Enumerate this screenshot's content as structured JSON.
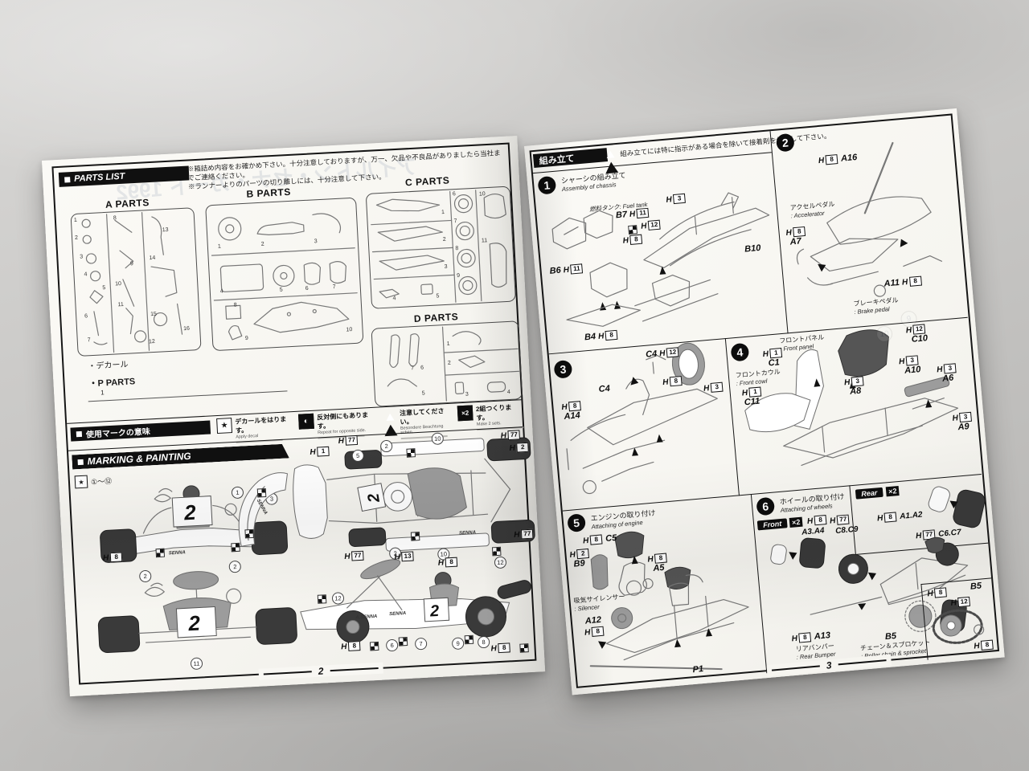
{
  "h": "H",
  "left": {
    "page_number": "2",
    "parts_list": {
      "header": "PARTS LIST",
      "notice1": "※箱詰め内容をお確かめ下さい。十分注意しておりますが、万一、欠品や不良品がありましたら当社までご連絡ください。",
      "notice2": "※ランナーよりのパーツの切り離しには、十分注意して下さい。",
      "group_a": "A PARTS",
      "group_b": "B PARTS",
      "group_c": "C PARTS",
      "group_d": "D PARTS",
      "decal": "・デカール",
      "p_parts": "・P PARTS",
      "p_qty": "1",
      "a": [
        "1",
        "2",
        "3",
        "4",
        "5",
        "6",
        "7",
        "8",
        "9",
        "10",
        "11",
        "12",
        "13",
        "14",
        "15",
        "16"
      ],
      "b": [
        "1",
        "2",
        "3",
        "4",
        "5",
        "6",
        "7",
        "8",
        "9",
        "10"
      ],
      "c": [
        "1",
        "2",
        "3",
        "4",
        "5",
        "6",
        "7",
        "8",
        "9",
        "10",
        "11"
      ],
      "d": [
        "1",
        "2",
        "3",
        "4",
        "5",
        "6",
        "7"
      ]
    },
    "legend": {
      "title": "使用マークの意味",
      "items": [
        {
          "jp": "デカールをはります。",
          "en": "Apply decal"
        },
        {
          "jp": "反対側にもあります。",
          "en": "Repeat for opposite side."
        },
        {
          "jp": "注意してください。",
          "en": "Besondere Beachtung schen."
        },
        {
          "jp": "2組つくります。",
          "en": "Make 2 sets."
        }
      ]
    },
    "marking": {
      "title": "MARKING & PAINTING",
      "range": "①～⑫",
      "kart_number": "2",
      "brand": "SENNA",
      "brand2": "A.SENNA"
    },
    "callouts": {
      "h1": "1",
      "h2": "2",
      "h8": "8",
      "h13": "13",
      "h77": "77",
      "c1": "1",
      "c2": "2",
      "c3": "3",
      "c4": "4",
      "c5": "5",
      "c6": "6",
      "c7": "7",
      "c8": "8",
      "c9": "9",
      "c10": "10",
      "c11": "11",
      "c12": "12"
    },
    "mirror": "アイルトン・セナ・カート 1992"
  },
  "right": {
    "page_number": "3",
    "header": {
      "title": "組み立て",
      "warning": "組み立てには特に指示がある場合を除いて接着剤を使用して下さい。"
    },
    "steps": {
      "s1": {
        "num": "1",
        "jp": "シャーシの組み立て",
        "en": "Assembly of chassis",
        "fuel": "燃料タンク: Fuel tank",
        "b7": "B7",
        "b6": "B6",
        "b10": "B10",
        "b4": "B4",
        "h11": "11",
        "h8": "8",
        "h12": "12",
        "h3": "3"
      },
      "s2": {
        "num": "2",
        "a16": "A16",
        "acc_jp": "アクセルペダル",
        "acc_en": ": Accelerator",
        "a7": "A7",
        "a11": "A11",
        "brk_jp": "ブレーキペダル",
        "brk_en": ": Brake pedal",
        "h8": "8"
      },
      "s3": {
        "num": "3",
        "c4": "C4",
        "a14": "A14",
        "h12": "12",
        "h8": "8",
        "h3": "3"
      },
      "s4": {
        "num": "4",
        "pnl_jp": "フロントパネル",
        "pnl_en": ": Front panel",
        "c1": "C1",
        "c10": "C10",
        "cwl_jp": "フロントカウル",
        "cwl_en": ": Front cowl",
        "c11": "C11",
        "a8": "A8",
        "a10": "A10",
        "a6": "A6",
        "a9": "A9",
        "h1": "1",
        "h3": "3",
        "h12": "12"
      },
      "s5": {
        "num": "5",
        "jp": "エンジンの取り付け",
        "en": "Attaching of engine",
        "c5": "C5",
        "b9": "B9",
        "a5": "A5",
        "sil_jp": "吸気サイレンサー",
        "sil_en": ": Silencer",
        "a12": "A12",
        "p1": "P1",
        "h8": "8",
        "h2": "2"
      },
      "s6": {
        "num": "6",
        "jp": "ホイールの取り付け",
        "en": "Attaching of wheels",
        "front": "Front",
        "rear": "Rear",
        "x2": "×2",
        "a34": "A3.A4",
        "c89": "C8.C9",
        "a12": "A1.A2",
        "c67": "C6.C7",
        "a13": "A13",
        "bmp_jp": "リアバンパー",
        "bmp_en": ": Rear Bumper",
        "b5": "B5",
        "chn_jp": "チェーン＆スプロケット",
        "chn_en": ": Roller chain & sprocket",
        "h8": "8",
        "h77": "77",
        "h12": "12"
      },
      "ghost9": "9",
      "ghost10": "10"
    }
  }
}
